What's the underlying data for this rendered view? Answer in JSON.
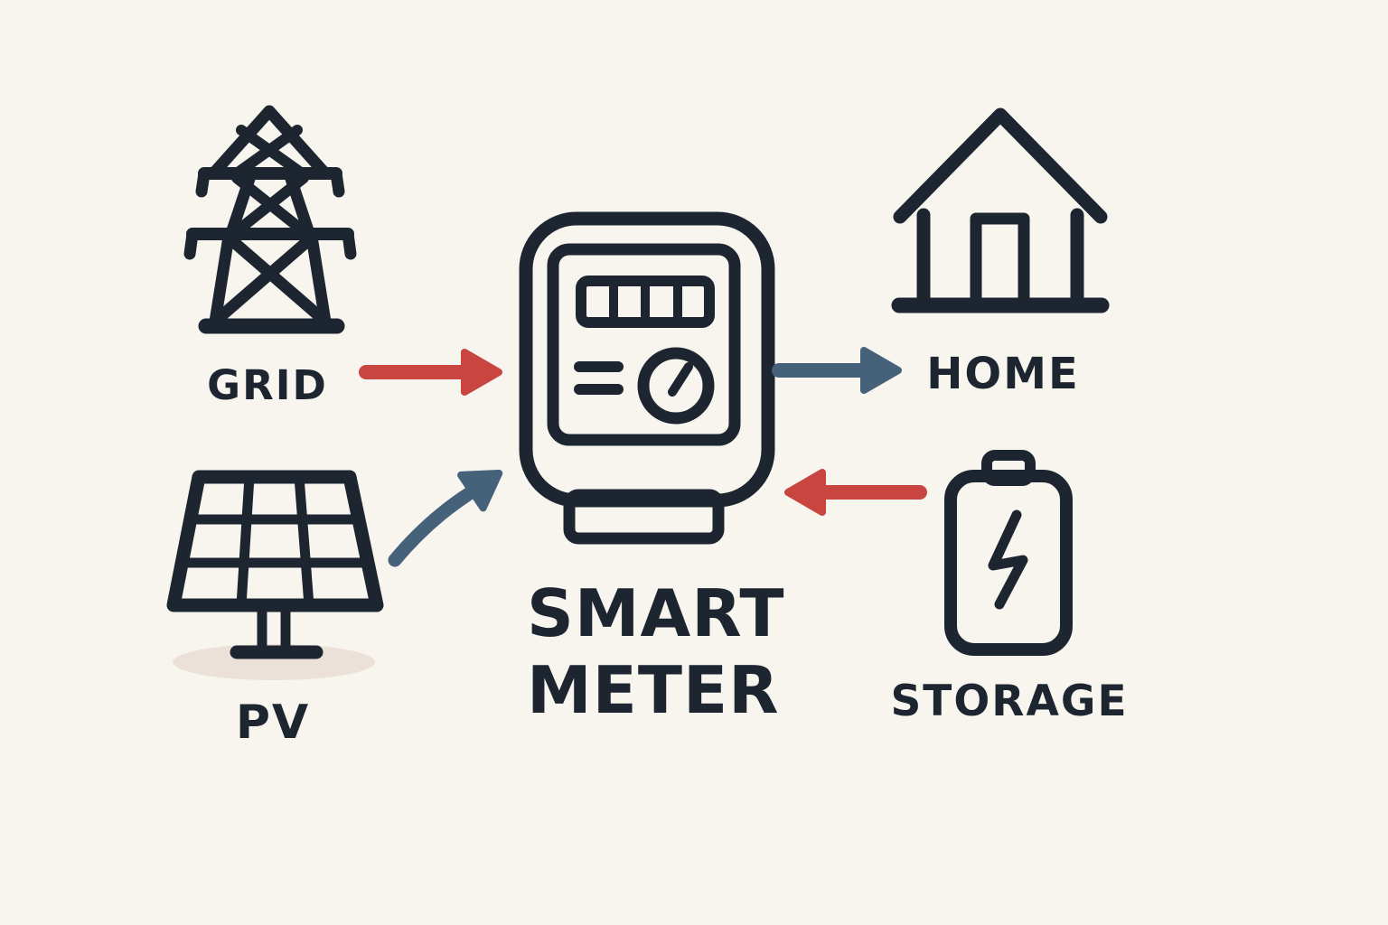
{
  "colors": {
    "background": "#f8f5ef",
    "ink": "#1d2630",
    "import_flow_red": "#c8463f",
    "export_flow_blue": "#45627a",
    "pv_ground_shadow": "#ece1d8"
  },
  "nodes": {
    "grid": {
      "label": "GRID",
      "icon": "transmission-tower-icon"
    },
    "pv": {
      "label": "PV",
      "icon": "solar-panel-icon"
    },
    "meter": {
      "label_line1": "SMART",
      "label_line2": "METER",
      "icon": "smart-meter-icon"
    },
    "home": {
      "label": "HOME",
      "icon": "house-icon"
    },
    "storage": {
      "label": "STORAGE",
      "icon": "battery-icon"
    }
  },
  "flows": [
    {
      "from": "grid",
      "to": "meter",
      "color": "import_flow_red",
      "style": "straight-right"
    },
    {
      "from": "meter",
      "to": "home",
      "color": "export_flow_blue",
      "style": "straight-right"
    },
    {
      "from": "pv",
      "to": "meter",
      "color": "export_flow_blue",
      "style": "curved-up-right"
    },
    {
      "from": "storage",
      "to": "meter",
      "color": "import_flow_red",
      "style": "straight-left"
    }
  ]
}
